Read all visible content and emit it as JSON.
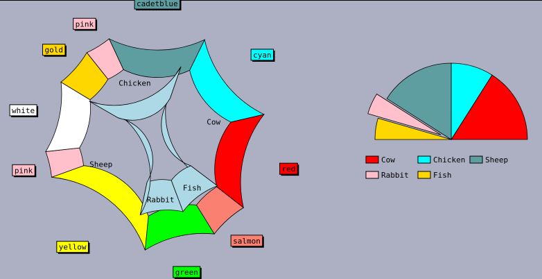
{
  "chart_data": [
    {
      "type": "pie",
      "variant": "nested-donut",
      "title": "",
      "inner_ring": [
        {
          "label": "Cow",
          "value": 30
        },
        {
          "label": "Fish",
          "value": 9
        },
        {
          "label": "Rabbit",
          "value": 9
        },
        {
          "label": "Sheep",
          "value": 30
        },
        {
          "label": "Chicken",
          "value": 22
        }
      ],
      "outer_ring": [
        {
          "label": "cyan",
          "value": 15,
          "color": "#00ffff"
        },
        {
          "label": "red",
          "value": 15,
          "color": "#ff0000"
        },
        {
          "label": "salmon",
          "value": 6,
          "color": "#fa8072"
        },
        {
          "label": "green",
          "value": 11,
          "color": "#00ff00"
        },
        {
          "label": "yellow",
          "value": 19,
          "color": "#ffff00"
        },
        {
          "label": "pink",
          "value": 4,
          "color": "#ffc0cb"
        },
        {
          "label": "white",
          "value": 11,
          "color": "#ffffff"
        },
        {
          "label": "gold",
          "value": 6,
          "color": "#ffd700"
        },
        {
          "label": "pink",
          "value": 4,
          "color": "#ffc0cb"
        },
        {
          "label": "cadetblue",
          "value": 15,
          "color": "#5f9ea0"
        }
      ],
      "inner_color": "#add8e6"
    },
    {
      "type": "pie",
      "variant": "half-pie-exploded",
      "title": "",
      "slices": [
        {
          "label": "Cow",
          "value": 32,
          "color": "#ff0000"
        },
        {
          "label": "Chicken",
          "value": 18,
          "color": "#00ffff"
        },
        {
          "label": "Sheep",
          "value": 32,
          "color": "#5f9ea0"
        },
        {
          "label": "Rabbit",
          "value": 9,
          "color": "#ffc0cb",
          "exploded": true
        },
        {
          "label": "Fish",
          "value": 9,
          "color": "#ffd700"
        }
      ],
      "legend": [
        "Cow",
        "Chicken",
        "Sheep",
        "Rabbit",
        "Fish"
      ],
      "legend_position": "bottom"
    }
  ]
}
